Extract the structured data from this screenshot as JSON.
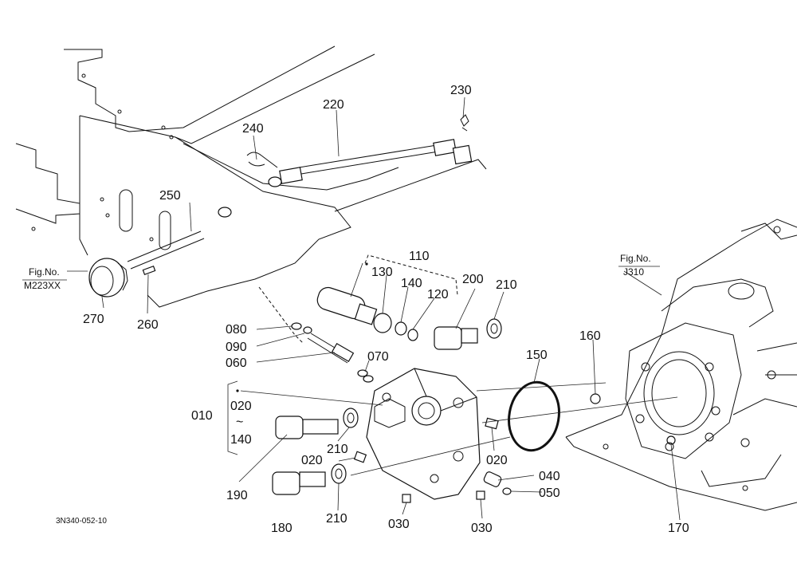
{
  "callouts": {
    "p010": "010",
    "p020a": "020",
    "p020b": "020",
    "p020c": "020",
    "p030a": "030",
    "p030b": "030",
    "p040": "040",
    "p050": "050",
    "p060": "060",
    "p070": "070",
    "p080": "080",
    "p090": "090",
    "p110": "110",
    "p120": "120",
    "p130": "130",
    "p140a": "140",
    "p140b": "140",
    "p150": "150",
    "p160": "160",
    "p170": "170",
    "p180": "180",
    "p190": "190",
    "p200": "200",
    "p210a": "210",
    "p210b": "210",
    "p210c": "210",
    "p220": "220",
    "p230": "230",
    "p240": "240",
    "p250": "250",
    "p260": "260",
    "p270": "270"
  },
  "range_mark": "~",
  "references": {
    "left_fig_label": "Fig.No.",
    "left_fig_code": "M223XX",
    "right_fig_label": "Fig.No.",
    "right_fig_code": "J310"
  },
  "drawing_code": "3N340-052-10"
}
